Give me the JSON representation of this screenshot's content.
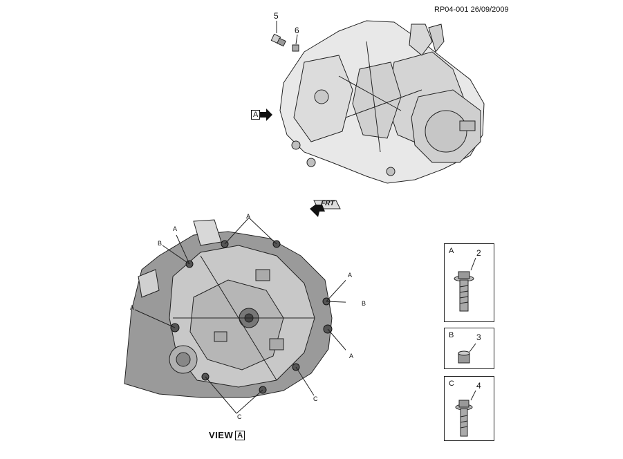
{
  "header": {
    "reference": "RP04-001 26/09/2009"
  },
  "top_view": {
    "arrow_label": "A",
    "callouts": [
      "5",
      "6"
    ]
  },
  "direction_marker": {
    "label": "FRT"
  },
  "bottom_view": {
    "title": "VIEW",
    "title_box": "A",
    "callouts": {
      "top_a": "A",
      "left_a1": "A",
      "left_b": "B",
      "left_a2": "A",
      "right_a1": "A",
      "right_b": "B",
      "right_a2": "A",
      "right_c": "C",
      "bottom_c": "C"
    }
  },
  "legend": [
    {
      "letter": "A",
      "number": "2",
      "part": "flange-bolt"
    },
    {
      "letter": "B",
      "number": "3",
      "part": "dowel-sleeve"
    },
    {
      "letter": "C",
      "number": "4",
      "part": "stud-bolt"
    }
  ],
  "colors": {
    "line": "#222222",
    "fill_light": "#e6e6e6",
    "fill_mid": "#bdbdbd",
    "fill_dark": "#8a8a8a"
  }
}
